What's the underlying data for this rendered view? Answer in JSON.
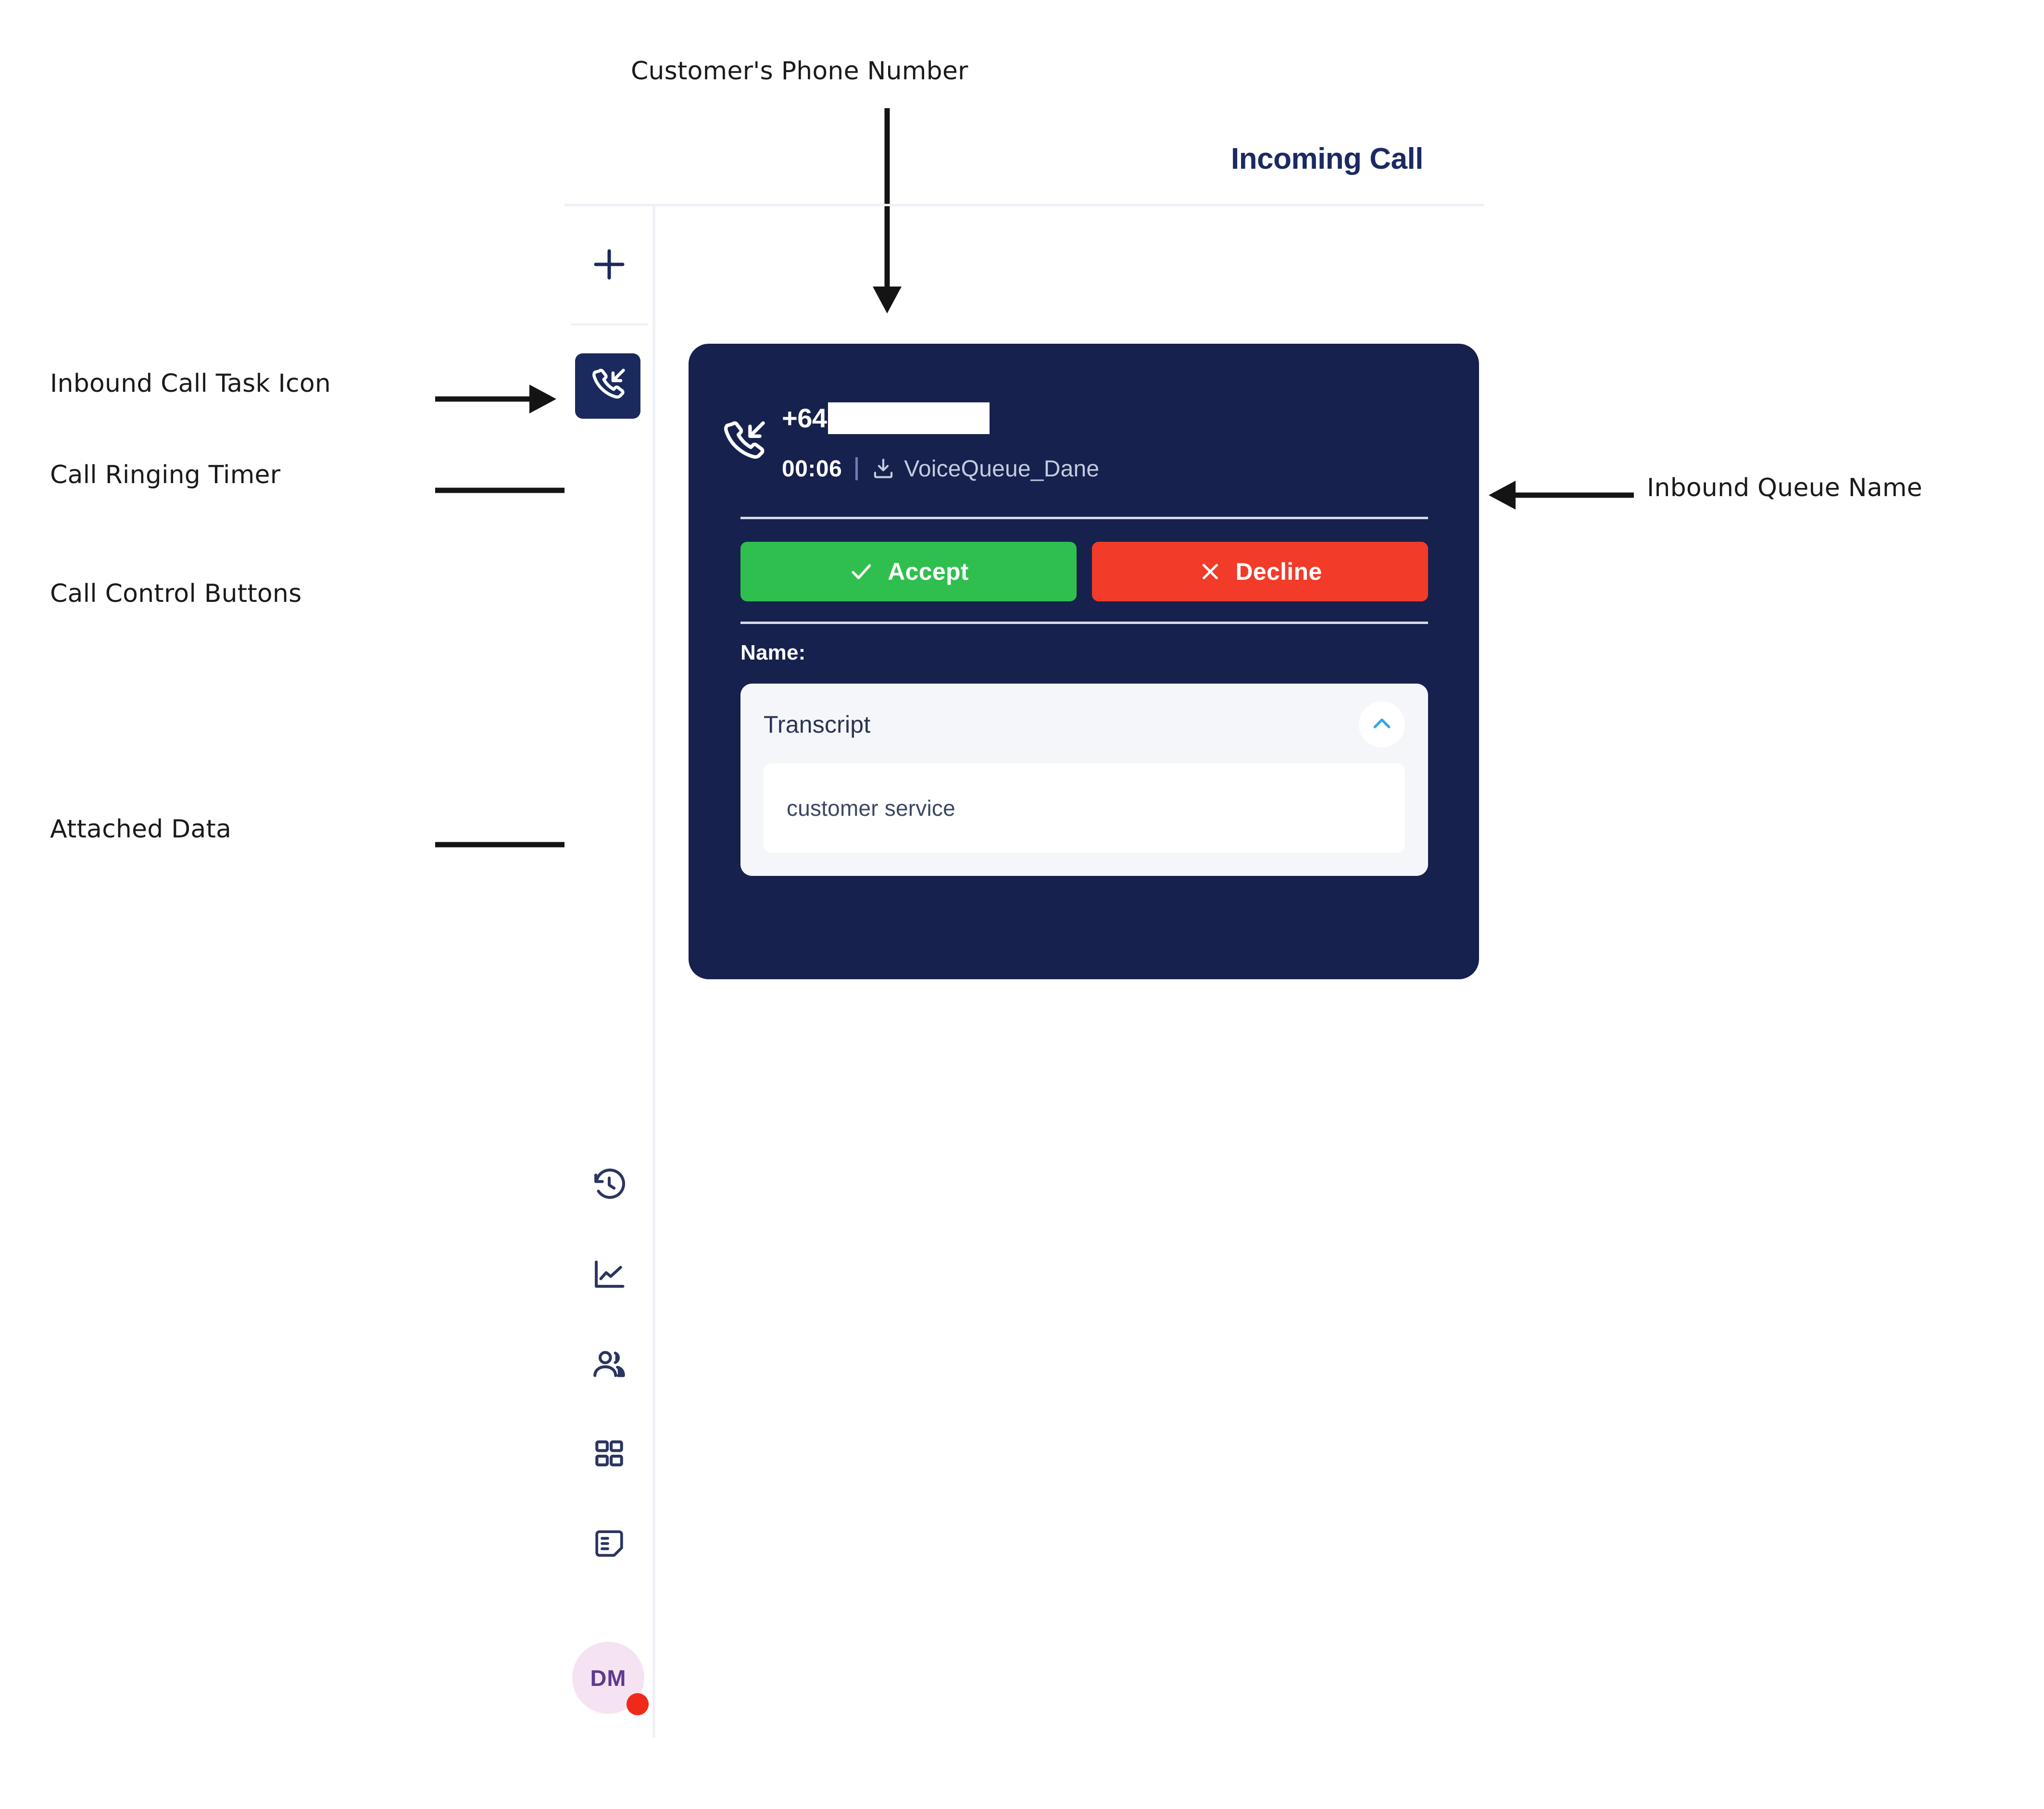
{
  "header": {
    "title": "Incoming Call"
  },
  "annotations": [
    {
      "id": "customers-phone-number",
      "label": "Customer's Phone Number"
    },
    {
      "id": "inbound-call-task-icon",
      "label": "Inbound Call Task Icon"
    },
    {
      "id": "call-ringing-timer",
      "label": "Call Ringing Timer"
    },
    {
      "id": "call-control-buttons",
      "label": "Call Control Buttons"
    },
    {
      "id": "attached-data",
      "label": "Attached Data"
    },
    {
      "id": "inbound-queue-name",
      "label": "Inbound Queue Name"
    }
  ],
  "sidebar": {
    "add_task_icon": "plus-icon",
    "task": {
      "icon": "inbound-call-icon",
      "active": true
    },
    "nav_items": [
      {
        "icon": "history-icon",
        "name": "history"
      },
      {
        "icon": "analytics-line-chart-icon",
        "name": "analytics"
      },
      {
        "icon": "agents-people-icon",
        "name": "agents"
      },
      {
        "icon": "apps-grid-icon",
        "name": "apps"
      },
      {
        "icon": "notes-icon",
        "name": "notes"
      }
    ],
    "avatar": {
      "initials": "DM",
      "status_color": "#f02a18",
      "background_color": "#f6e3f2"
    }
  },
  "call_card": {
    "direction_icon": "inbound-call-icon",
    "caller_number": "+64",
    "caller_number_redacted": true,
    "ringing_timer": "00:06",
    "queue_icon": "inbound-queue-download-icon",
    "queue_name": "VoiceQueue_Dane",
    "controls": [
      {
        "id": "accept",
        "label": "Accept",
        "icon": "check-icon",
        "color": "#2fbf4f"
      },
      {
        "id": "decline",
        "label": "Decline",
        "icon": "close-x-icon",
        "color": "#f23b28"
      }
    ],
    "attached_data": {
      "name_label": "Name:",
      "name_value": "",
      "transcript": {
        "title": "Transcript",
        "collapse_icon": "chevron-up-icon",
        "text": "customer service"
      }
    },
    "background_color": "#16214e"
  }
}
